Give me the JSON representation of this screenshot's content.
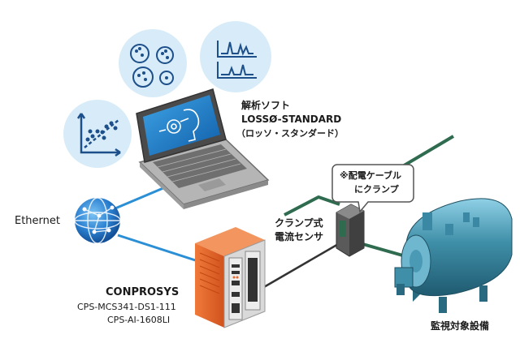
{
  "labels": {
    "software_line1": "解析ソフト",
    "software_line2": "LOSSØ-STANDARD",
    "software_line3": "（ロッソ・スタンダード）",
    "ethernet": "Ethernet",
    "sensor_line1": "クランプ式",
    "sensor_line2": "電流センサ",
    "callout_line1": "※配電ケーブル",
    "callout_line2": "にクランプ",
    "device_name": "CONPROSYS",
    "device_model1": "CPS-MCS341-DS1-111",
    "device_model2": "CPS-AI-1608LI",
    "equipment": "監視対象設備"
  },
  "colors": {
    "ethernet_line": "#2b8fd6",
    "signal_line": "#333333",
    "power_cable": "#2e6b4f",
    "bubble_fill": "#d7ecf8",
    "device_orange": "#e8672b",
    "equipment_teal": "#3f8fa8",
    "globe_blue": "#1d6fc2"
  },
  "icons": [
    "scatter-plot-icon",
    "cluster-plot-icon",
    "waveform-plot-icon",
    "laptop-ai-icon",
    "globe-network-icon",
    "clamp-sensor-icon",
    "controller-device-icon",
    "boiler-equipment-icon"
  ]
}
